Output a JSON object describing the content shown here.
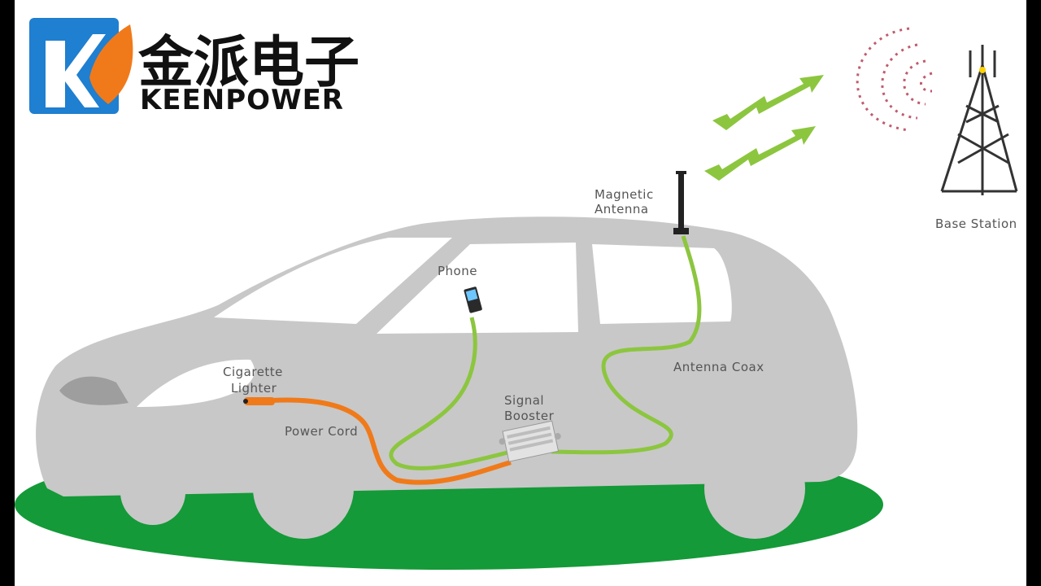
{
  "brand": {
    "name_cn": "金派电子",
    "name_en": "KEENPOWER",
    "colors": {
      "blue": "#1f7fd0",
      "orange": "#f07a1a"
    }
  },
  "labels": {
    "magnetic_antenna": [
      "Magnetic",
      "Antenna"
    ],
    "base_station": "Base Station",
    "phone": "Phone",
    "cigarette_lighter": [
      "Cigarette",
      "Lighter"
    ],
    "power_cord": "Power Cord",
    "signal_booster": [
      "Signal",
      "Booster"
    ],
    "antenna_coax": "Antenna Coax"
  },
  "colors": {
    "car_body": "#c8c8c8",
    "window": "#ffffff",
    "ground": "#149a38",
    "green_cable": "#8cc63f",
    "orange_cable": "#f07a1a",
    "signal_dots": "#c05b6e",
    "arrows": "#8cc63f"
  }
}
